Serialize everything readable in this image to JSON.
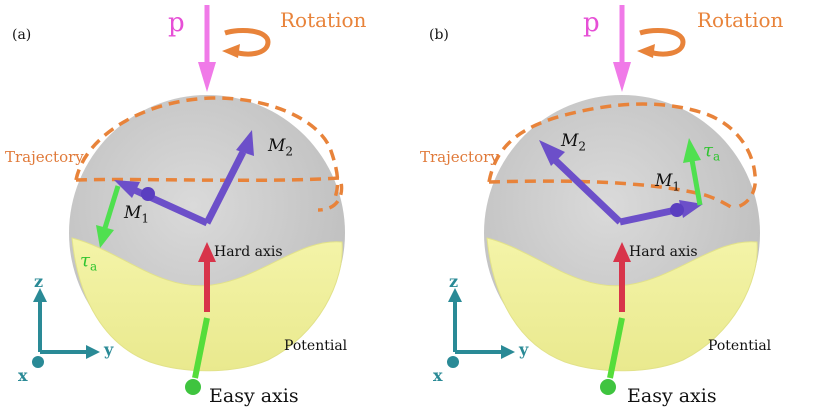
{
  "colors": {
    "sphere": "#cfcfcf",
    "trajectory": "#e8833a",
    "momentum_arrow": "#f07ae8",
    "magnetization_arrow": "#6c4fc9",
    "torque_arrow": "#4fe04f",
    "hard_axis_arrow": "#d8344a",
    "easy_axis_arrow": "#55dd3a",
    "potential": "#f3f3a2",
    "axes": "#2a8a96"
  },
  "panels": [
    {
      "label": "(a)",
      "p": "p",
      "rotation": "Rotation",
      "trajectory": "Trajectory",
      "m1": "M",
      "m1_sub": "1",
      "m2": "M",
      "m2_sub": "2",
      "tau": "τ",
      "tau_sub": "a",
      "hard_axis": "Hard axis",
      "potential": "Potential",
      "easy_axis": "Easy axis",
      "axis_z": "z",
      "axis_y": "y",
      "axis_x": "x"
    },
    {
      "label": "(b)",
      "p": "p",
      "rotation": "Rotation",
      "trajectory": "Trajectory",
      "m1": "M",
      "m1_sub": "1",
      "m2": "M",
      "m2_sub": "2",
      "tau": "τ",
      "tau_sub": "a",
      "hard_axis": "Hard axis",
      "potential": "Potential",
      "easy_axis": "Easy axis",
      "axis_z": "z",
      "axis_y": "y",
      "axis_x": "x"
    }
  ]
}
